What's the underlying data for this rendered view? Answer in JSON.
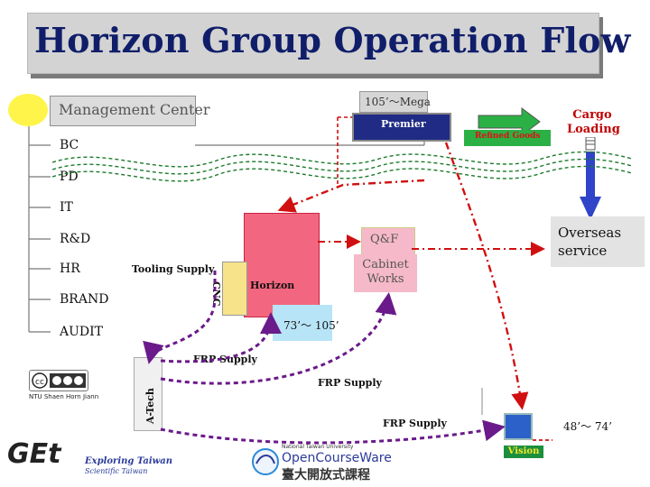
{
  "title": "Horizon Group Operation Flow",
  "management": {
    "center": "Management Center",
    "departments": [
      "BC",
      "PD",
      "IT",
      "R&D",
      "HR",
      "BRAND",
      "AUDIT"
    ]
  },
  "nodes": {
    "mega": "105’～Mega",
    "premier": "Premier",
    "refined_goods": "Refined Goods",
    "cargo_loading": "Cargo Loading",
    "overseas": "Overseas service",
    "qf": "Q&F",
    "cabinet": "Cabinet Works",
    "tooling": "Tooling Supply",
    "cnc": "CNC",
    "horizon": "Horizon",
    "range_73": "73’～ 105’",
    "frp_1": "FRP Supply",
    "frp_2": "FRP Supply",
    "frp_3": "FRP Supply",
    "atech": "A-Tech",
    "range_48": "48’～ 74’",
    "vision": "Vision"
  },
  "footer": {
    "author": "NTU Shaen Horn Jiann",
    "get_logo": "GEt",
    "exploring": "Exploring Taiwan",
    "scientific": "Scientific Taiwan",
    "ocw_line1": "National Taiwan University",
    "ocw_line2": "OpenCourseWare",
    "ocw_line3": "臺大開放式課程"
  },
  "colors": {
    "title_text": "#101e6a",
    "premier": "#1f2b85",
    "horizon": "#f2677f",
    "qf": "#f5b9c9",
    "cnc": "#f7e38a",
    "arrow_red": "#d01010",
    "arrow_purple": "#6a1a8a",
    "wave_green": "#1a7a2a",
    "cargo_arrow": "#2f44c8",
    "refined": "#2bb045"
  },
  "icons": [
    "cc-license-icon",
    "get-logo-icon",
    "ocw-logo-icon"
  ]
}
